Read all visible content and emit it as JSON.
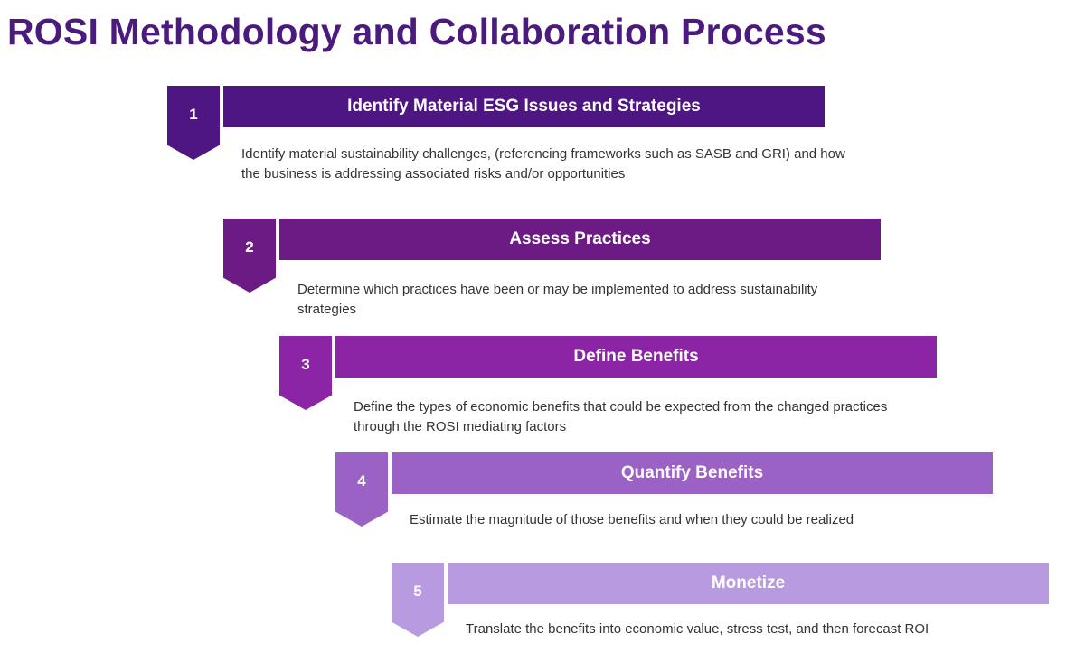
{
  "title": "ROSI Methodology and Collaboration Process",
  "steps": [
    {
      "number": "1",
      "heading": "Identify Material ESG Issues and Strategies",
      "description": "Identify material sustainability challenges, (referencing frameworks such as SASB and GRI) and how the business is addressing associated risks and/or opportunities",
      "color": "#4e1682"
    },
    {
      "number": "2",
      "heading": "Assess Practices",
      "description": "Determine which practices have been or may be implemented to address sustainability strategies",
      "color": "#6c1a84"
    },
    {
      "number": "3",
      "heading": "Define Benefits",
      "description": "Define the types of economic benefits that could be expected from the changed practices through the ROSI mediating factors",
      "color": "#8c24a6"
    },
    {
      "number": "4",
      "heading": "Quantify Benefits",
      "description": "Estimate the magnitude of those benefits and when they could be realized",
      "color": "#9a62c4"
    },
    {
      "number": "5",
      "heading": "Monetize",
      "description": "Translate the benefits into economic value, stress test, and then forecast ROI",
      "color": "#b79ae0"
    }
  ]
}
